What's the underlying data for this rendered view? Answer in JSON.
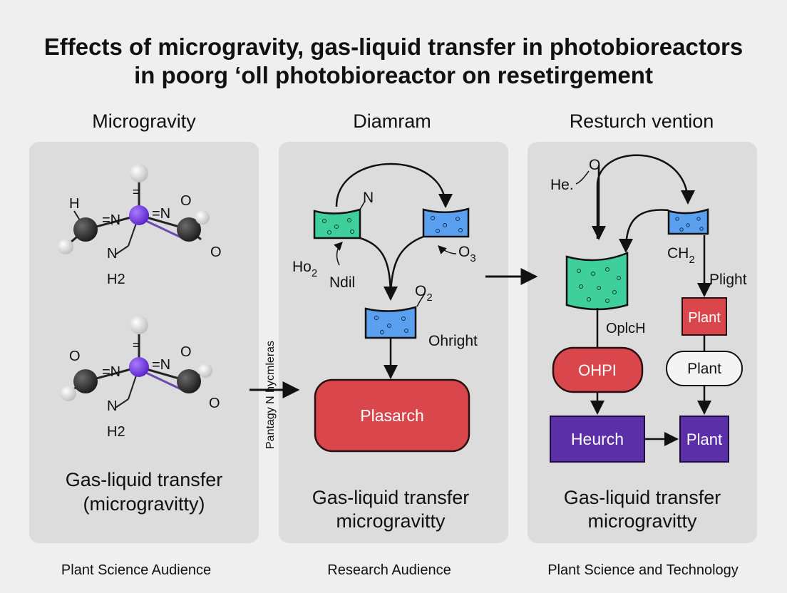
{
  "title": {
    "line1": "Effects of microgravity, gas-liquid transfer in photobioreactors",
    "line2": "in poorg ʻoll photobioreactor on resetirgement"
  },
  "columns": [
    {
      "heading": "Microgravity",
      "caption_line1": "Gas-liquid transfer",
      "caption_line2": "(microgravitty)",
      "audience": "Plant Science Audience"
    },
    {
      "heading": "Diamram",
      "caption_line1": "Gas-liquid transfer",
      "caption_line2": "microgravitty",
      "audience": "Research Audience"
    },
    {
      "heading": "Resturch vention",
      "caption_line1": "Gas-liquid transfer",
      "caption_line2": "microgravitty",
      "audience": "Plant Science and Technology"
    }
  ],
  "molecule_top": {
    "h": "H",
    "n_mid": "=N",
    "n_right": "=N",
    "o_right": "O",
    "o_bottom": "O",
    "n_low": "N",
    "h2": "H2",
    "equals": "="
  },
  "molecule_bottom": {
    "o_left": "O",
    "n_mid": "=N",
    "n_right": "=N",
    "o_right": "O",
    "o_bottom": "O",
    "n_low": "N",
    "h2": "H2",
    "equals": "="
  },
  "connector_vertical_label": "Pantagy N hycmleras",
  "diagram": {
    "label_n": "N",
    "label_ho2": "Ho",
    "label_ho2_sub": "2",
    "label_ndil": "Ndil",
    "label_o3": "O",
    "label_o3_sub": "3",
    "label_o2": "O",
    "label_o2_sub": "2",
    "label_ohright": "Ohright",
    "box_label": "Plasarch"
  },
  "research": {
    "label_heo": "He.",
    "label_o": "O",
    "label_ch2": "CH",
    "label_ch2_sub": "2",
    "label_plight": "Plight",
    "label_oplch": "OplcH",
    "box_plant_red": "Plant",
    "box_ohpi": "OHPI",
    "box_plant_outline": "Plant",
    "box_heurch": "Heurch",
    "box_plant_purple": "Plant"
  },
  "colors": {
    "background": "#efefef",
    "panel": "#dcdcdc",
    "teal_liquid": "#3fcf9d",
    "blue_liquid": "#5aa0ee",
    "red_box": "#d9474c",
    "purple_box": "#5b2fa8",
    "nitrogen_atom": "#7b3fe4",
    "carbon_atom": "#2e2e2e",
    "hydrogen_atom": "#e4e4e4"
  }
}
